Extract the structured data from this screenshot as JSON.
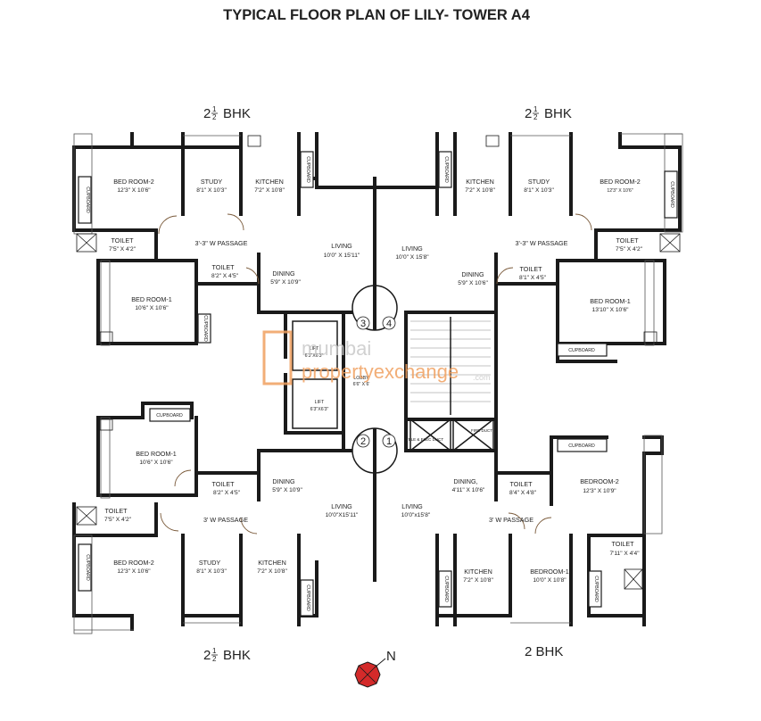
{
  "title": "TYPICAL FLOOR PLAN OF LILY- TOWER A4",
  "bhk_labels": {
    "top_left": {
      "whole": "2",
      "frac_num": "1",
      "frac_den": "2",
      "suffix": "BHK"
    },
    "top_right": {
      "whole": "2",
      "frac_num": "1",
      "frac_den": "2",
      "suffix": "BHK"
    },
    "bottom_left": {
      "whole": "2",
      "frac_num": "1",
      "frac_den": "2",
      "suffix": "BHK"
    },
    "bottom_right": {
      "text": "2  BHK"
    }
  },
  "units": {
    "tl": {
      "bed2": {
        "name": "BED ROOM-2",
        "dim": "12'3\" X 10'6\""
      },
      "study": {
        "name": "STUDY",
        "dim": "8'1\" X 10'3\""
      },
      "kitchen": {
        "name": "KITCHEN",
        "dim": "7'2\" X 10'8\""
      },
      "cupboard_a": "CUPBOARD",
      "cupboard_b": "CUPBOARD",
      "cupboard_c": "CUPBOARD",
      "toilet1": {
        "name": "TOILET",
        "dim": "7'5\" X 4'2\""
      },
      "passage": "3'-3\" W PASSAGE",
      "toilet2": {
        "name": "TOILET",
        "dim": "8'2\" X 4'5\""
      },
      "living": {
        "name": "LIVING",
        "dim": "10'0\" X 15'11\""
      },
      "dining": {
        "name": "DINING",
        "dim": "5'9\" X 10'9\""
      },
      "bed1": {
        "name": "BED ROOM-1",
        "dim": "10'6\" X 10'6\""
      }
    },
    "tr": {
      "kitchen": {
        "name": "KITCHEN",
        "dim": "7'2\" X 10'8\""
      },
      "study": {
        "name": "STUDY",
        "dim": "8'1\" X 10'3\""
      },
      "bed2": {
        "name": "BED ROOM-2",
        "dim": "12'3\" X 10'6\""
      },
      "cupboard_a": "CUPBOARD",
      "cupboard_b": "CUPBOARD",
      "cupboard_c": "CUPBOARD",
      "living": {
        "name": "LIVING",
        "dim": "10'0\" X 15'8\""
      },
      "passage": "3'-3\" W PASSAGE",
      "toilet1": {
        "name": "TOILET",
        "dim": "7'5\" X 4'2\""
      },
      "dining": {
        "name": "DINING",
        "dim": "5'9\" X 10'6\""
      },
      "toilet2": {
        "name": "TOILET",
        "dim": "8'1\" X 4'5\""
      },
      "bed1": {
        "name": "BED ROOM-1",
        "dim": "13'10\" X 10'6\""
      }
    },
    "bl": {
      "cupboard_a": "CUPBOARD",
      "bed1": {
        "name": "BED ROOM-1",
        "dim": "10'6\" X 10'6\""
      },
      "toilet2": {
        "name": "TOILET",
        "dim": "8'2\" X 4'5\""
      },
      "dining": {
        "name": "DINING",
        "dim": "5'9\" X 10'9\""
      },
      "toilet1": {
        "name": "TOILET",
        "dim": "7'5\" X 4'2\""
      },
      "passage": "3' W PASSAGE",
      "living": {
        "name": "LIVING",
        "dim": "10'0\"X15'11\""
      },
      "bed2": {
        "name": "BED ROOM-2",
        "dim": "12'3\" X 10'6\""
      },
      "study": {
        "name": "STUDY",
        "dim": "8'1\" X 10'3\""
      },
      "kitchen": {
        "name": "KITCHEN",
        "dim": "7'2\" X 10'8\""
      },
      "cupboard_b": "CUPBOARD",
      "cupboard_c": "CUPBOARD"
    },
    "br": {
      "cupboard_a": "CUPBOARD",
      "dining": {
        "name": "DINING,",
        "dim": "4'11\" X 10'6\""
      },
      "toilet2": {
        "name": "TOILET",
        "dim": "8'4\" X 4'8\""
      },
      "bed2": {
        "name": "BEDROOM-2",
        "dim": "12'3\" X 10'9\""
      },
      "living": {
        "name": "LIVING",
        "dim": "10'0\"x15'8\""
      },
      "passage": "3' W PASSAGE",
      "toilet1": {
        "name": "TOILET",
        "dim": "7'11\" X 4'4\""
      },
      "kitchen": {
        "name": "KITCHEN",
        "dim": "7'2\" X 10'8\""
      },
      "bed1": {
        "name": "BEDROOM-1",
        "dim": "10'0\" X 10'8\""
      },
      "cupboard_b": "CUPBOARD",
      "cupboard_c": "CUPBOARD"
    }
  },
  "core": {
    "lift_upper": {
      "name": "LIFT",
      "dim": "6'3\"X6'3\""
    },
    "lift_lower": {
      "name": "LIFT",
      "dim": "6'3\"X6'3\""
    },
    "lobby": {
      "name": "LOBBY",
      "dim": "6'6\" X 6'"
    },
    "duct": "TELE & ELEC DUCT",
    "fire": "FIRE DUCT",
    "unit_numbers": [
      "3",
      "4",
      "2",
      "1"
    ]
  },
  "watermark": {
    "line1": "mumbai",
    "line2": "propertyexchange",
    "suffix": ".com"
  },
  "north_label": "N",
  "colors": {
    "walls": "#1a1a1a",
    "door_swing": "#7a5a3a",
    "compass": "#d42a2a",
    "watermark_accent": "#f0a060"
  }
}
